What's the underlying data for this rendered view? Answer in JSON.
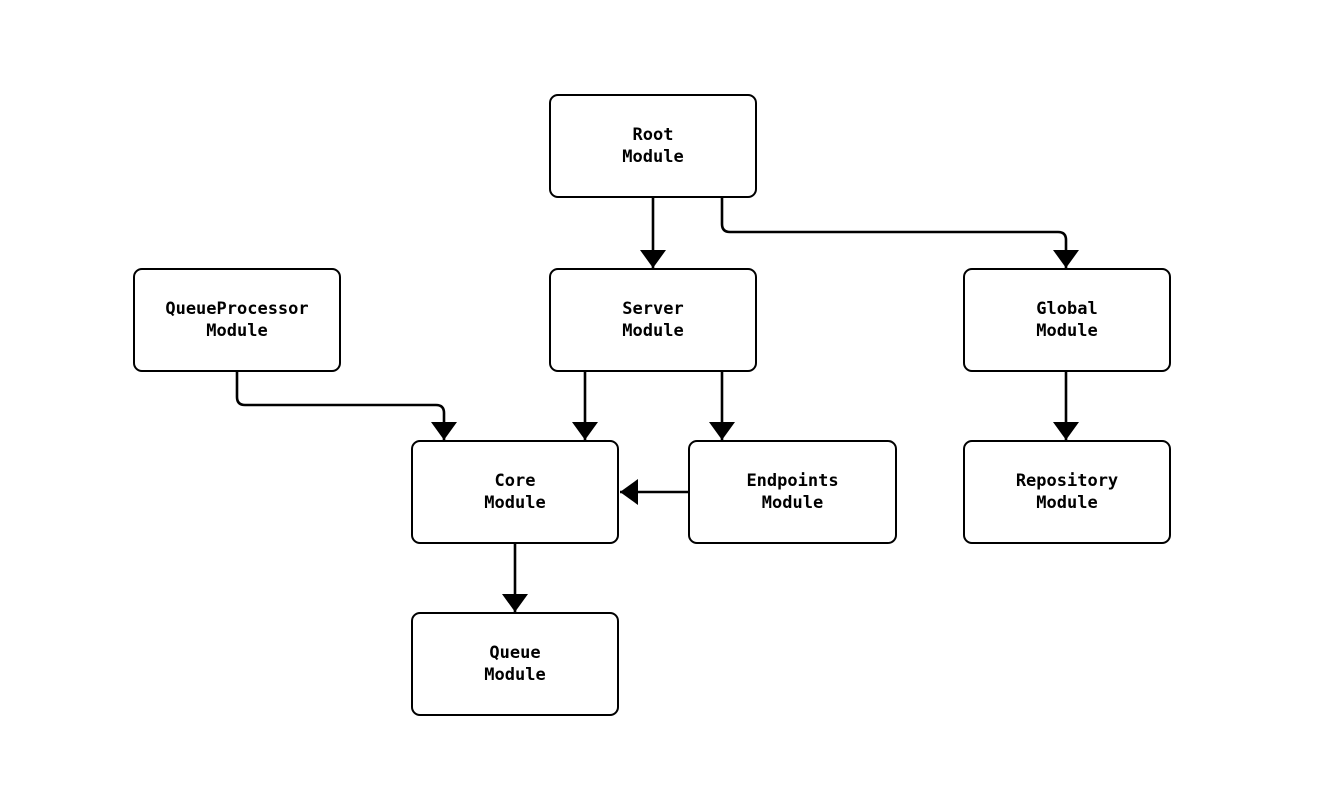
{
  "diagram": {
    "type": "module-dependency-flowchart",
    "background_color": "#ffffff",
    "node_fill_color": "#ffffff",
    "node_border_color": "#000000",
    "edge_color": "#000000",
    "text_color": "#000000",
    "nodes": [
      {
        "id": "root",
        "label_line1": "Root",
        "label_line2": "Module"
      },
      {
        "id": "queueprocessor",
        "label_line1": "QueueProcessor",
        "label_line2": "Module"
      },
      {
        "id": "server",
        "label_line1": "Server",
        "label_line2": "Module"
      },
      {
        "id": "global",
        "label_line1": "Global",
        "label_line2": "Module"
      },
      {
        "id": "core",
        "label_line1": "Core",
        "label_line2": "Module"
      },
      {
        "id": "endpoints",
        "label_line1": "Endpoints",
        "label_line2": "Module"
      },
      {
        "id": "repository",
        "label_line1": "Repository",
        "label_line2": "Module"
      },
      {
        "id": "queue",
        "label_line1": "Queue",
        "label_line2": "Module"
      }
    ],
    "edges": [
      {
        "from": "Root Module",
        "to": "Server Module"
      },
      {
        "from": "Root Module",
        "to": "Global Module"
      },
      {
        "from": "QueueProcessor Module",
        "to": "Core Module"
      },
      {
        "from": "Server Module",
        "to": "Core Module"
      },
      {
        "from": "Server Module",
        "to": "Endpoints Module"
      },
      {
        "from": "Endpoints Module",
        "to": "Core Module"
      },
      {
        "from": "Global Module",
        "to": "Repository Module"
      },
      {
        "from": "Core Module",
        "to": "Queue Module"
      }
    ]
  }
}
